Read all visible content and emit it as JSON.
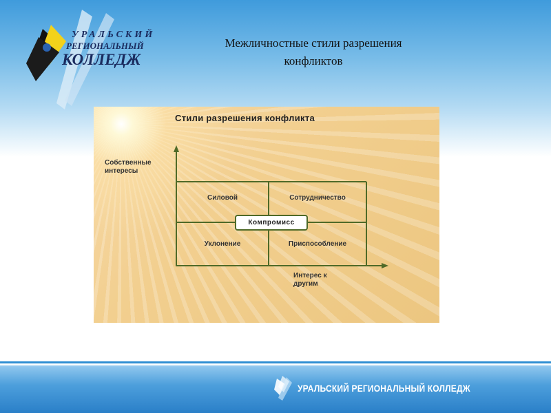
{
  "logo": {
    "line1": "УРАЛЬСКИЙ",
    "line2": "РЕГИОНАЛЬНЫЙ",
    "line3": "КОЛЛЕДЖ"
  },
  "slide": {
    "title_line1": "Межличностные стили разрешения",
    "title_line2": "конфликтов"
  },
  "diagram": {
    "title": "Стили разрешения конфликта",
    "y_axis_label": "Собственные\nинтересы",
    "x_axis_label": "Интерес к\nдругим",
    "cells": {
      "top_left": "Силовой",
      "top_right": "Сотрудничество",
      "bottom_left": "Уклонение",
      "bottom_right": "Приспособление",
      "center": "Компромисс"
    },
    "colors": {
      "grid_line": "#4f6a28",
      "background": "#f2cf8f"
    }
  },
  "footer": {
    "text": "УРАЛЬСКИЙ РЕГИОНАЛЬНЫЙ КОЛЛЕДЖ"
  }
}
